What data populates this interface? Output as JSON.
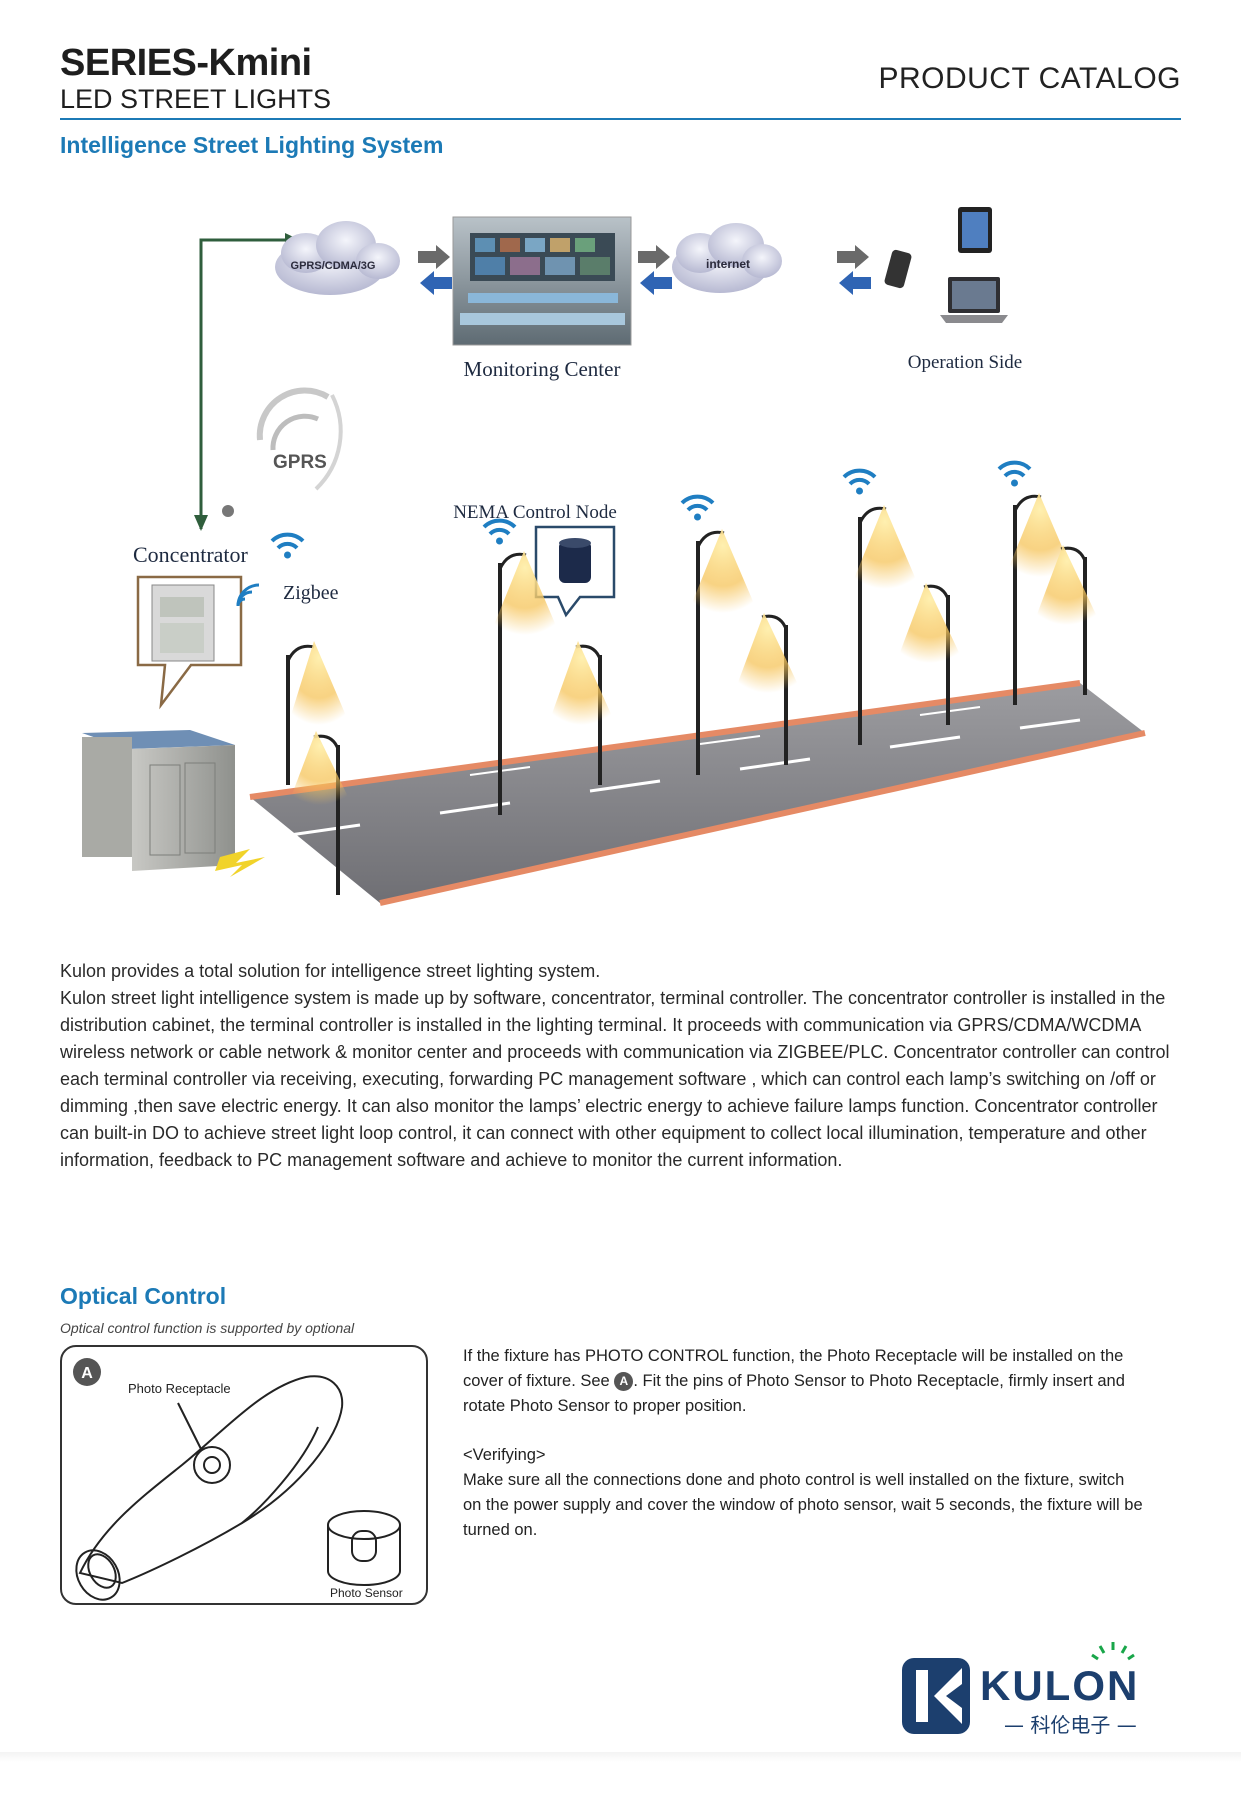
{
  "header": {
    "series": "SERIES-Kmini",
    "subtitle": "LED STREET LIGHTS",
    "catalog": "PRODUCT CATALOG"
  },
  "section1": {
    "title": "Intelligence Street Lighting System",
    "diagram": {
      "cloud1": "GPRS/CDMA/3G",
      "monitoring": "Monitoring Center",
      "cloud2": "internet",
      "operation": "Operation Side",
      "gprs": "GPRS",
      "concentrator": "Concentrator",
      "zigbee": "Zigbee",
      "nema": "NEMA Control Node"
    },
    "paragraphs": [
      "Kulon provides a total solution for intelligence street lighting system.",
      "Kulon street light intelligence system is made up by software, concentrator, terminal controller. The concentrator controller is installed in the distribution cabinet, the terminal controller is installed in the lighting terminal. It proceeds with communication via GPRS/CDMA/WCDMA wireless network or cable network & monitor center and proceeds with communication via ZIGBEE/PLC. Concentrator controller can control each terminal controller via receiving, executing, forwarding PC management software , which can control each lamp’s switching on /off or dimming ,then save electric energy. It can also monitor the lamps’ electric energy to achieve failure lamps function. Concentrator controller can built-in DO to achieve street light loop control, it can connect with other equipment to collect local illumination, temperature and other information, feedback to PC management software and achieve to monitor the current information."
    ]
  },
  "section2": {
    "title": "Optical Control",
    "note": "Optical control function is supported by optional",
    "figure": {
      "badge": "A",
      "receptacle": "Photo Receptacle",
      "sensor": "Photo Sensor"
    },
    "text1_a": "If the fixture has PHOTO CONTROL function, the Photo Receptacle will be installed on the cover of fixture. See ",
    "text1_badge": "A",
    "text1_b": ". Fit the pins of Photo Sensor to Photo Receptacle, firmly insert and rotate Photo Sensor to proper position.",
    "verify_label": "<Verifying>",
    "verify_text": "Make sure all the connections done and photo control is well installed on the fixture, switch on the power supply and cover the window of photo sensor, wait 5 seconds, the fixture will be turned on."
  },
  "logo": {
    "brand": "KULON",
    "chinese": "— 科伦电子 —",
    "colors": {
      "primary": "#1c3f6e",
      "accent": "#19a64a",
      "heading": "#1c7ab6"
    }
  }
}
